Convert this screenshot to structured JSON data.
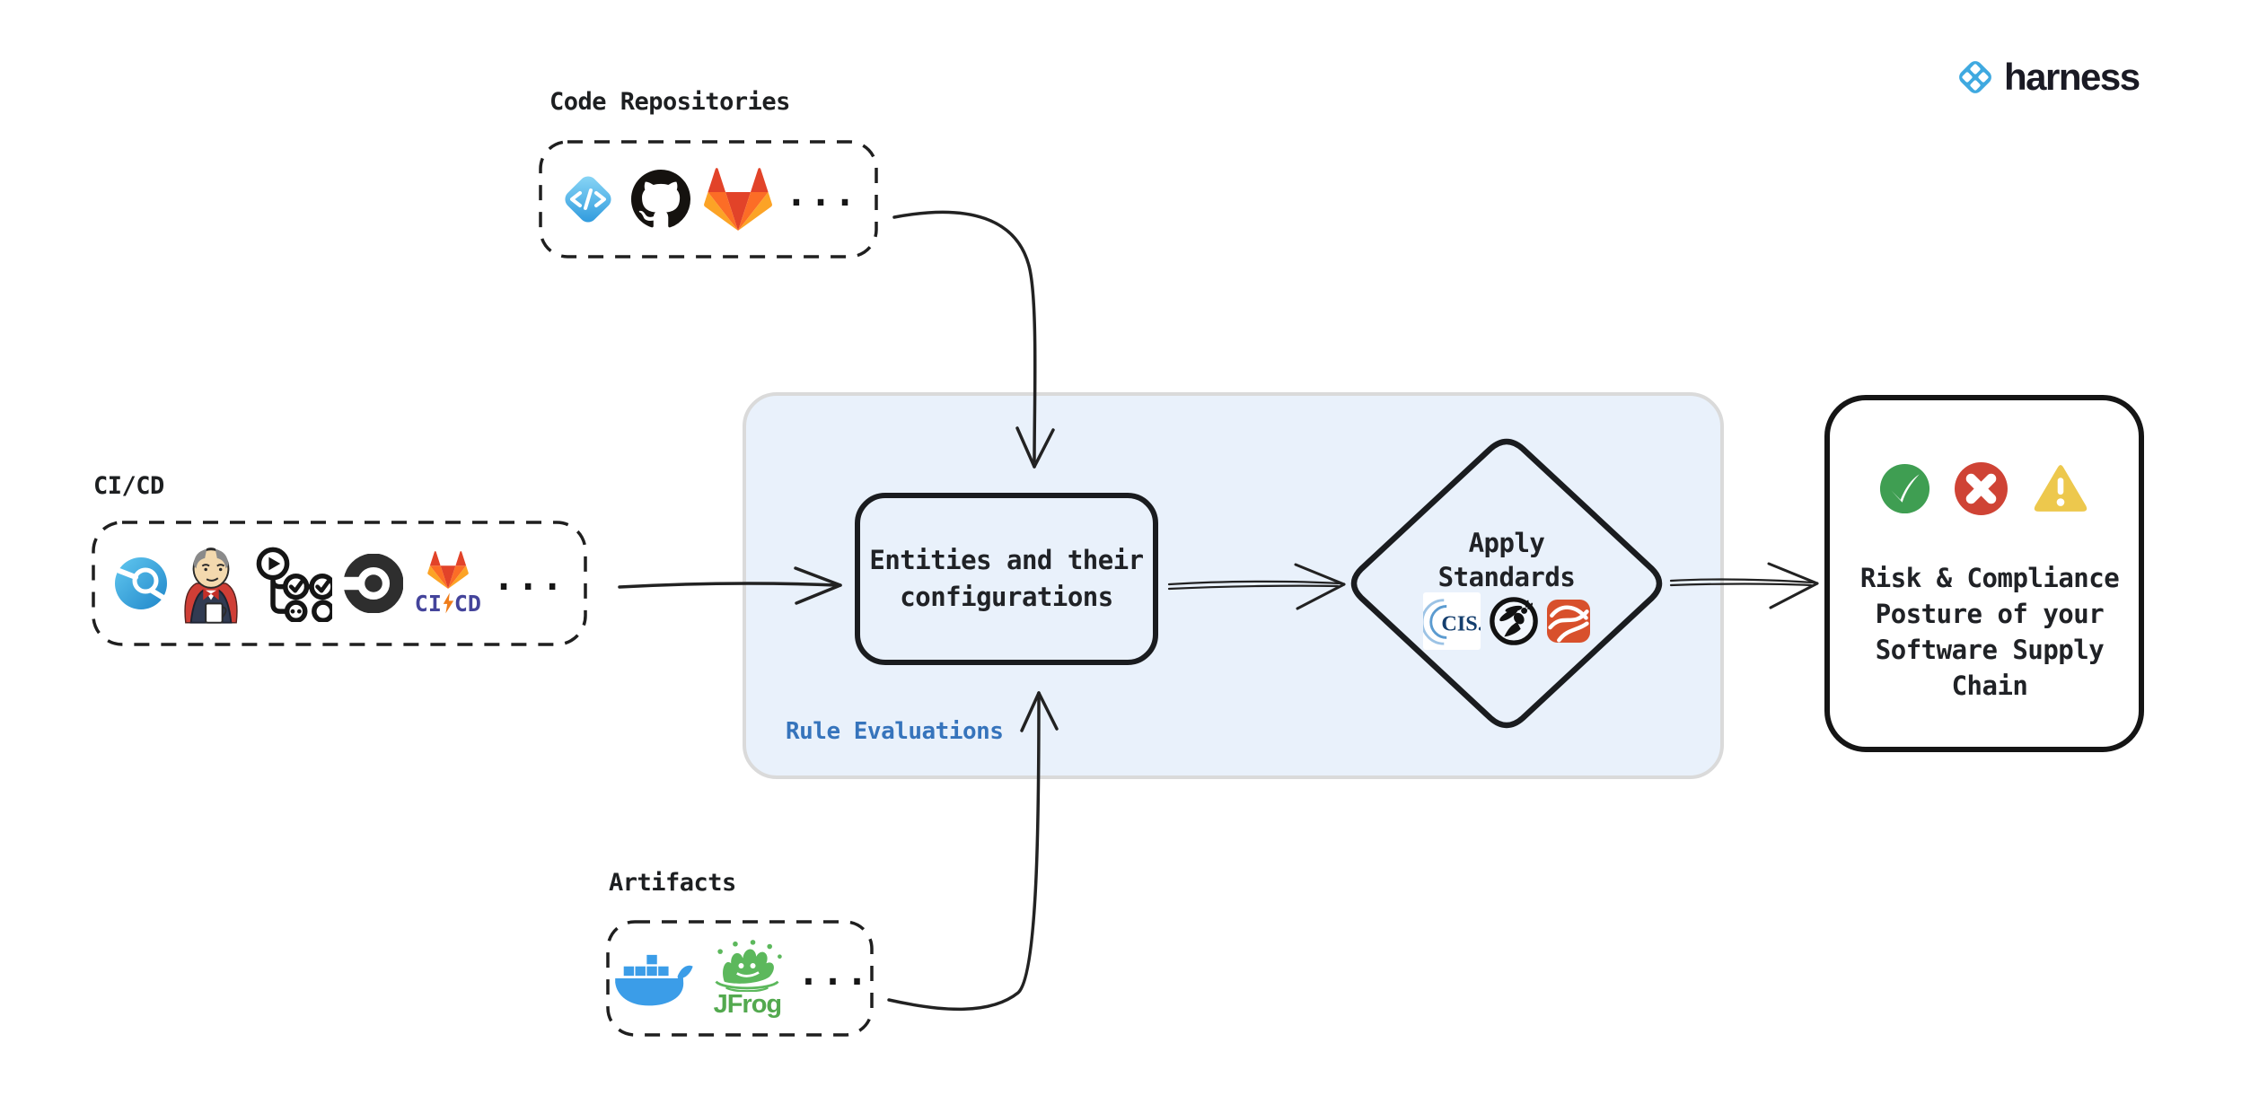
{
  "brand": {
    "name": "harness"
  },
  "groups": {
    "code_repositories": {
      "label": "Code Repositories",
      "more": "...",
      "icons": [
        "harness-code",
        "github",
        "gitlab"
      ]
    },
    "cicd": {
      "label": "CI/CD",
      "more": "...",
      "gitlab_ci_text": "CI",
      "gitlab_cd_text": "CD",
      "icons": [
        "harness-ci",
        "jenkins",
        "github-actions",
        "circleci",
        "gitlab-cicd"
      ]
    },
    "artifacts": {
      "label": "Artifacts",
      "more": "...",
      "jfrog_label": "JFrog",
      "icons": [
        "docker",
        "jfrog"
      ]
    }
  },
  "rule_evaluations": {
    "label": "Rule Evaluations",
    "entities_text": "Entities and their configurations"
  },
  "apply_standards": {
    "label": "Apply Standards",
    "cis_label": "CIS.",
    "icons": [
      "cis-benchmark",
      "owasp",
      "red-ribbon-standard"
    ]
  },
  "outcome": {
    "text": "Risk & Compliance Posture of your Software Supply Chain",
    "icons": [
      "pass-check",
      "fail-cross",
      "warning-triangle"
    ]
  },
  "colors": {
    "rule_box_fill": "#e9f1fb",
    "rule_box_border": "#dadada",
    "rule_label_blue": "#3674bc",
    "ink": "#1d1f21",
    "harness_blue": "#3fa9e0",
    "pass_green": "#3f9e52",
    "fail_red": "#cf4335",
    "warn_yellow": "#edc84d",
    "docker_blue": "#3b9de8",
    "jfrog_green": "#5cb85c",
    "gitlab_orange": "#fc6d26"
  }
}
